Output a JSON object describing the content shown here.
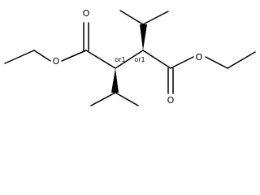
{
  "atoms": {
    "ester_oxygen_left": "O",
    "carbonyl_oxygen_left": "O",
    "ester_oxygen_right": "O",
    "carbonyl_oxygen_right": "O"
  },
  "stereo": {
    "center_left": "or1",
    "center_right": "or1"
  }
}
